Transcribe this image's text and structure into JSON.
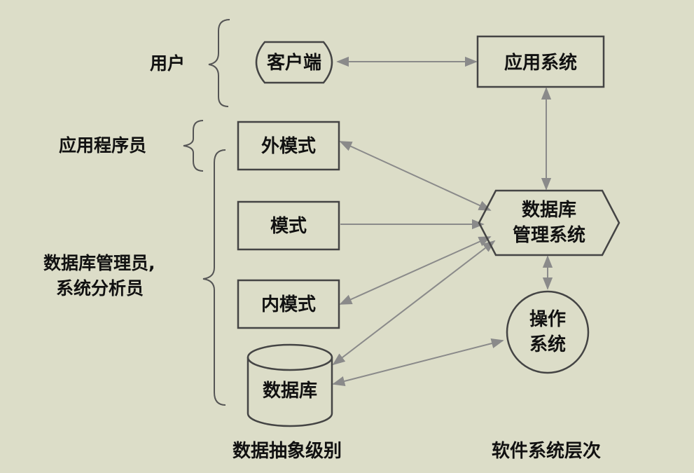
{
  "roles": {
    "user": "用户",
    "app_programmer": "应用程序员",
    "dba_line1": "数据库管理员,",
    "dba_line2": "系统分析员"
  },
  "nodes": {
    "client": "客户端",
    "app_system": "应用系统",
    "external_schema": "外模式",
    "schema": "模式",
    "internal_schema": "内模式",
    "database": "数据库",
    "dbms_line1": "数据库",
    "dbms_line2": "管理系统",
    "os_line1": "操作",
    "os_line2": "系统"
  },
  "captions": {
    "left": "数据抽象级别",
    "right": "软件系统层次"
  }
}
